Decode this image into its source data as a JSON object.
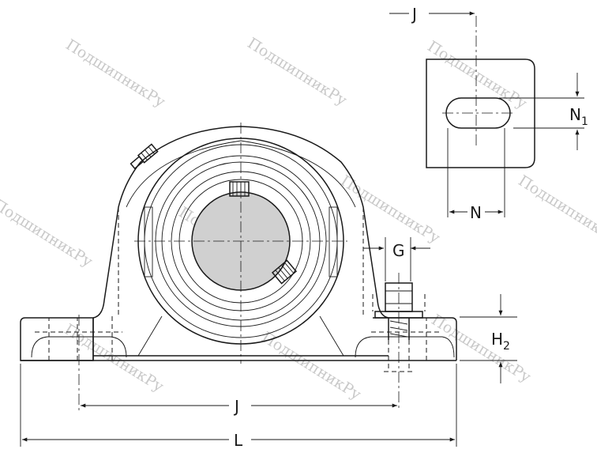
{
  "watermark": "ПодшипникРу",
  "labels": {
    "j_top": "J",
    "n1": "N",
    "n1_sub": "1",
    "n": "N",
    "g": "G",
    "h2": "H",
    "h2_sub": "2",
    "j_bottom": "J",
    "l": "L"
  },
  "colors": {
    "line": "#1a1a1a",
    "bore_fill": "#d0d0d0",
    "watermark": "#c9c9c9"
  }
}
